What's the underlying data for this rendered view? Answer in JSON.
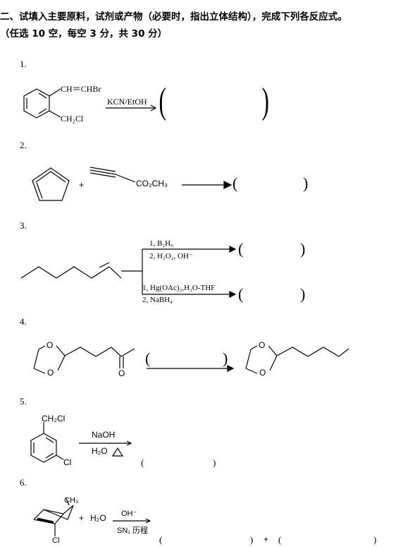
{
  "header": {
    "line1": "二、试填入主要原料，试剂或产物（必要时，指出立体结构），完成下列各反应式。",
    "line2": "（任选 10 空，每空 3 分，共 30 分）"
  },
  "problems": {
    "p1": {
      "num": "1.",
      "sub_top": "CH＝CHBr",
      "sub_bottom": "CH₂Cl",
      "reagent": "KCN/EtOH"
    },
    "p2": {
      "num": "2.",
      "plus": "+",
      "ester": "CO₂CH₃"
    },
    "p3": {
      "num": "3.",
      "upper_1": "1, B₂H₆",
      "upper_2": "2, H₂O₂, OH⁻",
      "lower_1": "1, Hg(OAc)₂,H₂O-THF",
      "lower_2": "2, NaBH₄"
    },
    "p4": {
      "num": "4.",
      "atom_o": "O"
    },
    "p5": {
      "num": "5.",
      "sub_top": "CH₂Cl",
      "sub_cl": "Cl",
      "reagent_top": "NaOH",
      "reagent_bottom": "H₂O"
    },
    "p6": {
      "num": "6.",
      "ch3": "CH₃",
      "cl": "Cl",
      "plus": "+",
      "water": "H₂O",
      "reagent_top": "OH⁻",
      "reagent_bottom": "SN₁ 历程",
      "plus2": "+"
    }
  },
  "parens": {
    "open": "(",
    "close": ")"
  }
}
